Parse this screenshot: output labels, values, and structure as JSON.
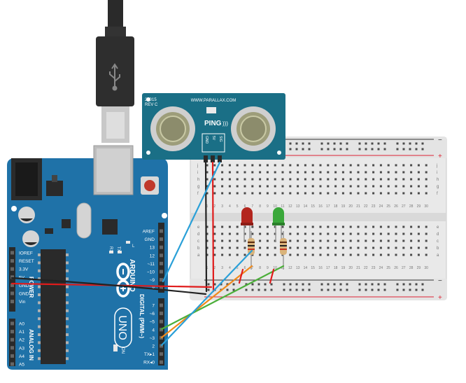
{
  "sensor": {
    "model": "28015",
    "revision": "REV C",
    "website": "WWW.PARALLAX.COM",
    "brand": "PING",
    "brand_waves": ")))",
    "pins": [
      "GND",
      "5V",
      "SIG"
    ]
  },
  "arduino": {
    "power_pins": [
      "IOREF",
      "RESET",
      "3.3V",
      "5V",
      "GND",
      "GND",
      "Vin"
    ],
    "power_header": "POWER",
    "analog_pins": [
      "A0",
      "A1",
      "A2",
      "A3",
      "A4",
      "A5"
    ],
    "analog_header": "ANALOG IN",
    "top_pins": [
      "AREF",
      "GND",
      "13",
      "12",
      "~11",
      "~10",
      "~9",
      "8"
    ],
    "digital_pins": [
      "7",
      "~6",
      "~5",
      "4",
      "~3",
      "2",
      "TX▸1",
      "RX◂0"
    ],
    "digital_header": "DIGITAL (PWM~)",
    "brand": "ARDUINO",
    "model": "UNO",
    "on_label": "ON",
    "tx_label": "TX",
    "rx_label": "RX",
    "l_label": "L"
  },
  "breadboard": {
    "row_letters_top": [
      "j",
      "i",
      "h",
      "g",
      "f"
    ],
    "row_letters_bottom": [
      "e",
      "d",
      "c",
      "b",
      "a"
    ],
    "column_count": 30,
    "rail_minus": "−",
    "rail_plus": "+"
  },
  "colors": {
    "board": "#1f72a8",
    "sensor_pcb": "#1a6f86",
    "led_red": "#c0302a",
    "led_green": "#3aa83a",
    "wire_red": "#e01b1b",
    "wire_black": "#222222",
    "wire_blue": "#2aa0d8",
    "wire_orange": "#f08a1c",
    "wire_green": "#4caf3a"
  }
}
